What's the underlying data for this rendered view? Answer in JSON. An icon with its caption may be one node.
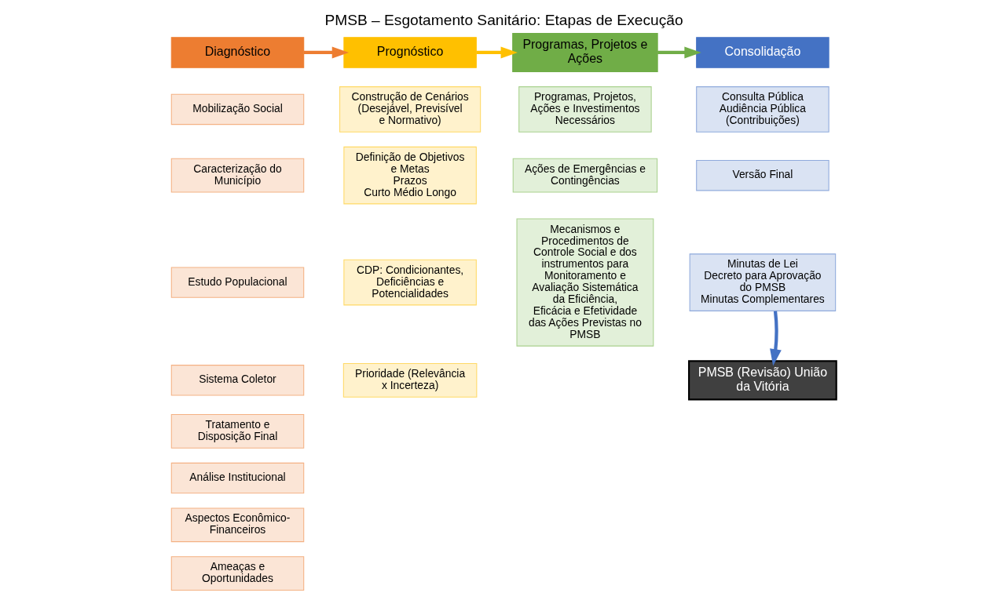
{
  "diagram": {
    "title": "PMSB – Esgotamento Sanitário: Etapas de Execução",
    "nodes": [
      {
        "text": [
          "Diagnóstico"
        ]
      },
      {
        "text": [
          "Mobilização Social"
        ]
      },
      {
        "text": [
          "Caracterização do Município"
        ]
      },
      {
        "text": [
          "Estudo Populacional"
        ]
      },
      {
        "text": [
          "Sistema Coletor"
        ]
      },
      {
        "text": [
          "Tratamento e Disposição Final"
        ]
      },
      {
        "text": [
          "Análise Institucional"
        ]
      },
      {
        "text": [
          "Aspectos Econômico-Financeiros"
        ]
      },
      {
        "text": [
          "Ameaças e Oportunidades"
        ]
      },
      {
        "text": [
          "Prognóstico"
        ]
      },
      {
        "text": [
          "Construção de Cenários (Desejável, Previsível e Normativo)"
        ]
      },
      {
        "text": [
          "Definição de Objetivos e Metas",
          "Prazos",
          "Curto Médio Longo"
        ]
      },
      {
        "text": [
          "CDP: Condicionantes, Deficiências e Potencialidades"
        ]
      },
      {
        "text": [
          "Prioridade (Relevância x Incerteza)"
        ]
      },
      {
        "text": [
          "Programas, Projetos e Ações"
        ]
      },
      {
        "text": [
          "Programas, Projetos, Ações e Investimentos Necessários"
        ]
      },
      {
        "text": [
          "Ações de Emergências e Contingências"
        ]
      },
      {
        "text": [
          "Mecanismos e Procedimentos de Controle Social e dos instrumentos para Monitoramento e Avaliação Sistemática da Eficiência, Eficácia e Efetividade das Ações Previstas no PMSB"
        ]
      },
      {
        "text": [
          "Consolidação"
        ]
      },
      {
        "text": [
          "Consulta Pública Audiência Pública (Contribuições)"
        ]
      },
      {
        "text": [
          "Versão Final"
        ]
      },
      {
        "text": [
          "Minutas de Lei",
          "Decreto para Aprovação do PMSB",
          "Minutas Complementares"
        ]
      },
      {
        "text": [
          "PMSB (Revisão) União da Vitória"
        ]
      }
    ],
    "edges": [
      {
        "from": 0,
        "to": 9,
        "arrow": "to",
        "color": "#ed7d31"
      },
      {
        "from": 9,
        "to": 14,
        "arrow": "to",
        "color": "#ffc000"
      },
      {
        "from": 14,
        "to": 18,
        "arrow": "to",
        "color": "#70ad47"
      },
      {
        "from": 21,
        "to": 22,
        "arrow": "to",
        "color": "#4472c4"
      }
    ]
  }
}
